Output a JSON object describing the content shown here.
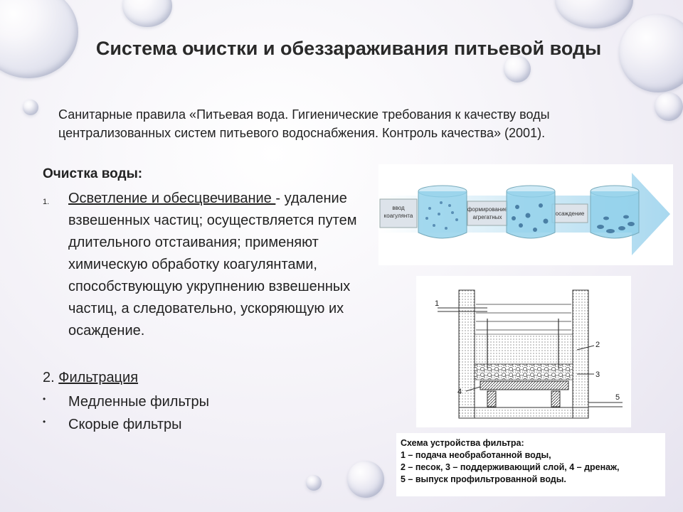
{
  "title": "Система очистки и обеззараживания питьевой воды",
  "subtitle": "Санитарные правила «Питьевая вода. Гигиенические требования к качеству воды централизованных систем питьевого водоснабжения. Контроль качества» (2001).",
  "heading": "Очистка воды:",
  "list": [
    {
      "number": "1.",
      "title": "Осветление и обесцвечивание ",
      "text": "- удаление взвешенных частиц; осуществляется путем длительного отстаивания; применяют химическую обработку коагулянтами, способствующую укрупнению взвешенных частиц, а следовательно, ускоряющую их осаждение."
    }
  ],
  "filtration": {
    "number": "2. ",
    "title": "Фильтрация"
  },
  "bullets": [
    "Медленные фильтры",
    "Скорые фильтры"
  ],
  "process_diagram": {
    "steps": [
      "ввод коагулянта",
      "формирование агрегатных",
      "осаждение"
    ],
    "colors": {
      "water": "#8fd0ea",
      "arrow": "#a8d8ef",
      "label_bg": "#dde3ea"
    }
  },
  "filter_diagram": {
    "labels": [
      "1",
      "2",
      "3",
      "4",
      "5"
    ]
  },
  "caption": [
    "Схема устройства фильтра:",
    "1 – подача необработанной воды,",
    "2 – песок, 3 – поддерживающий слой, 4 – дренаж,",
    "5 – выпуск профильтрованной воды."
  ]
}
